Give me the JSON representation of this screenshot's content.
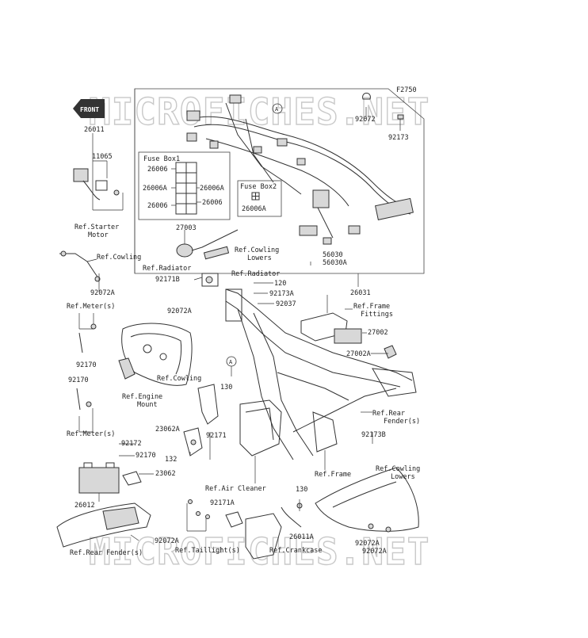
{
  "figure_code": "F2750",
  "watermark": "MICROFICHES.NET",
  "front_label": "FRONT",
  "fuse_box1": {
    "title": "Fuse Box1",
    "parts": [
      "26006",
      "26006A",
      "26006",
      "26006A",
      "26006"
    ]
  },
  "fuse_box2": {
    "title": "Fuse Box2",
    "part": "26006A"
  },
  "callout_a": "A",
  "labels": {
    "p26011": "26011",
    "p11065": "11065",
    "p92072_top": "92072",
    "p92173_top": "92173",
    "ref_starter": "Ref.Starter",
    "ref_starter_2": "Motor",
    "p27003": "27003",
    "ref_cowling_lowers_top": "Ref.Cowling",
    "ref_cowling_lowers_top_2": "Lowers",
    "ref_cowling_left": "Ref.Cowling",
    "p92072a_left": "92072A",
    "ref_radiator_left": "Ref.Radiator",
    "ref_radiator_right": "Ref.Radiator",
    "p92171b": "92171B",
    "p56030": "56030",
    "p56030a": "56030A",
    "p26031": "26031",
    "p120": "120",
    "p92173a": "92173A",
    "p92037": "92037",
    "ref_meter_top": "Ref.Meter(s)",
    "p92072a_mid": "92072A",
    "ref_frame_fittings": "Ref.Frame",
    "ref_frame_fittings_2": "Fittings",
    "p27002": "27002",
    "p27002a": "27002A",
    "p92170_a": "92170",
    "ref_cowling_mid": "Ref.Cowling",
    "p92170_b": "92170",
    "p130_mid": "130",
    "ref_engine_mount": "Ref.Engine",
    "ref_engine_mount_2": "Mount",
    "ref_rear_fender_right": "Ref.Rear",
    "ref_rear_fender_right_2": "Fender(s)",
    "p23062a": "23062A",
    "p92171": "92171",
    "ref_meter_bottom": "Ref.Meter(s)",
    "p92173b": "92173B",
    "p92172": "92172",
    "p92170_c": "92170",
    "p132": "132",
    "p23062": "23062",
    "ref_air_cleaner": "Ref.Air Cleaner",
    "ref_frame": "Ref.Frame",
    "ref_cowling_lowers_bottom": "Ref.Cowling",
    "ref_cowling_lowers_bottom_2": "Lowers",
    "p26012": "26012",
    "p92171a": "92171A",
    "p130_bottom": "130",
    "p26011a": "26011A",
    "p92072a_bl": "92072A",
    "ref_crankcase": "Ref.Crankcase",
    "p92072a_r1": "92072A",
    "p92072a_r2": "92072A",
    "ref_taillight": "Ref.Taillight(s)",
    "ref_rear_fender_bottom": "Ref.Rear Fender(s)"
  }
}
